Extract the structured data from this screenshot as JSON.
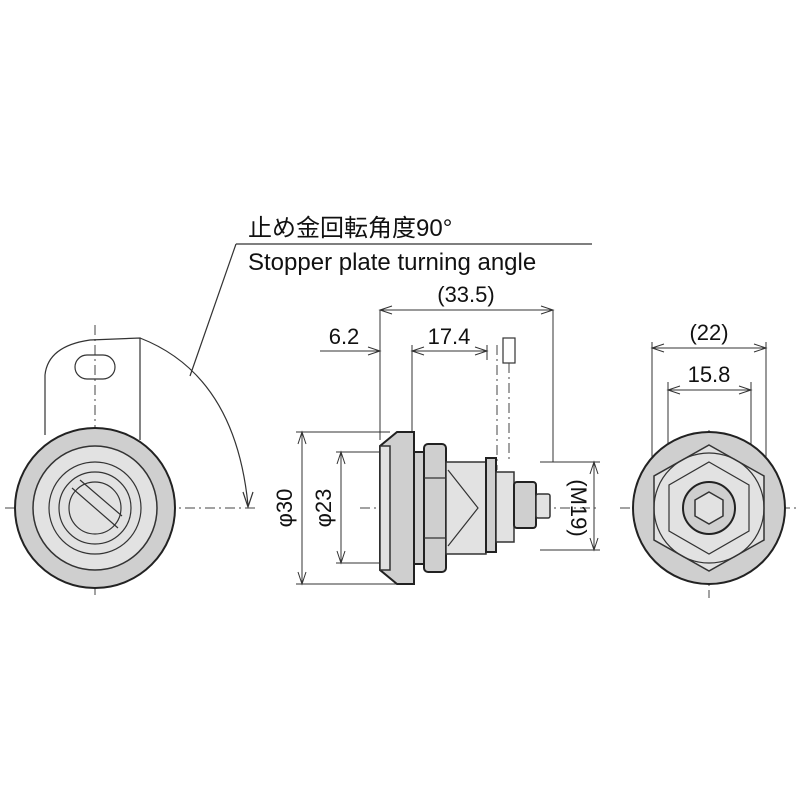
{
  "annotation": {
    "line1": "止め金回転角度90°",
    "line2": "Stopper plate turning angle"
  },
  "dimensions": {
    "overall_length": "(33.5)",
    "flange_thickness": "6.2",
    "body_length": "17.4",
    "flange_diameter": "φ30",
    "panel_diameter": "φ23",
    "thread": "(M19)",
    "hex_across_corners": "(22)",
    "hex_across_flats": "15.8"
  },
  "views": [
    "front-view",
    "side-view",
    "rear-view"
  ]
}
